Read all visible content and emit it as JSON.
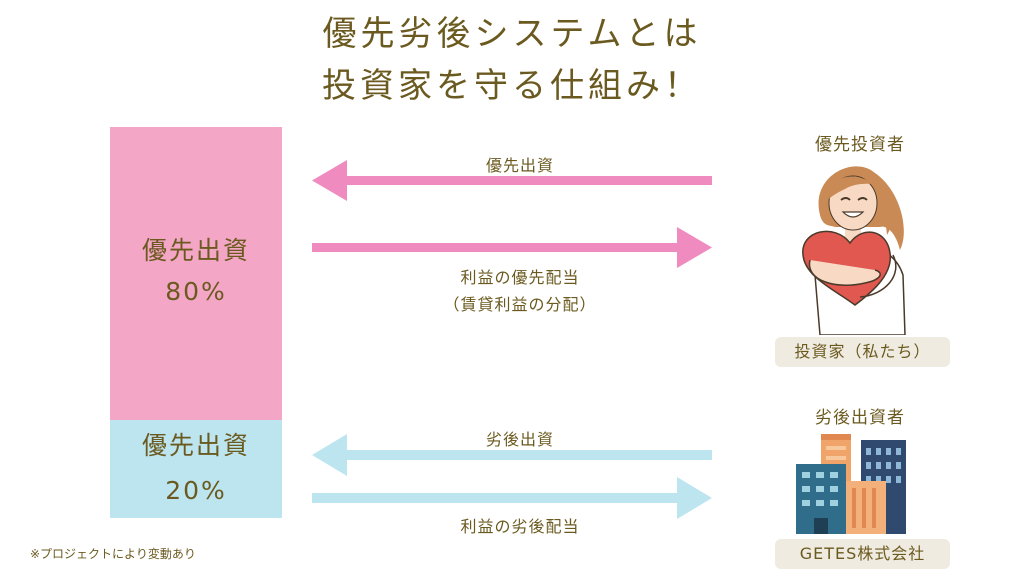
{
  "title": {
    "line1": "優先劣後システムとは",
    "line2": "投資家を守る仕組み！"
  },
  "bars": {
    "top": {
      "label": "優先出資",
      "percent": "80%",
      "share": 0.8,
      "color": "#f4a6c6"
    },
    "bottom": {
      "label": "優先出資",
      "percent": "20%",
      "share": 0.2,
      "color": "#bde5ef"
    }
  },
  "arrows": {
    "senior_investment": "優先出資",
    "senior_dividend": "利益の優先配当",
    "senior_dividend_note": "（賃貸利益の分配）",
    "junior_investment": "劣後出資",
    "junior_dividend": "利益の劣後配当",
    "pink_color": "#f08bc0",
    "blue_color": "#bde5ef"
  },
  "investor": {
    "heading": "優先投資者",
    "name": "投資家（私たち）",
    "icon": "woman-hugging-heart-icon"
  },
  "company": {
    "heading": "劣後出資者",
    "name": "GETES株式会社",
    "icon": "office-buildings-icon"
  },
  "note": "※プロジェクトにより変動あり"
}
